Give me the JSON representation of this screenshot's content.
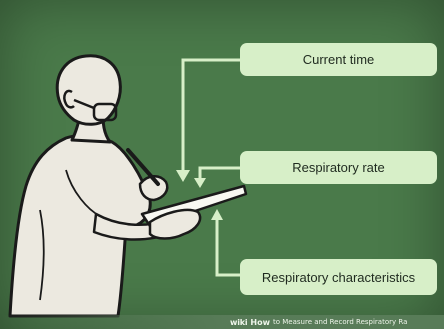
{
  "labels": {
    "current_time": "Current time",
    "respiratory_rate": "Respiratory rate",
    "respiratory_characteristics": "Respiratory characteristics"
  },
  "watermark": {
    "logo": "wiki",
    "how": "How",
    "title": "to Measure and Record Respiratory Ra"
  },
  "colors": {
    "background": "#4a7a4a",
    "label_box": "#d7efc8",
    "arrow": "#d7efc8",
    "figure_fill": "#ece9e0",
    "figure_outline": "#1a1a1a"
  },
  "icons": [
    "person-illustration",
    "clipboard-icon",
    "pen-icon",
    "arrow-connector"
  ]
}
